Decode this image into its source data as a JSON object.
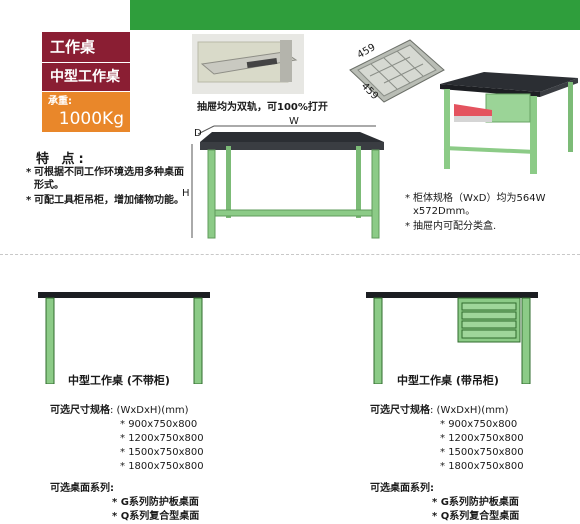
{
  "header": {
    "category": "工作桌",
    "product": "中型工作桌",
    "load_label": "承重:",
    "load_value": "1000Kg"
  },
  "features": {
    "title": "特 点:",
    "items": [
      "可根据不同工作环境选用多种桌面形式。",
      "可配工具柜吊柜，增加储物功能。"
    ]
  },
  "photo_caption": "抽屉均为双轨，可100%打开",
  "tray_dims": [
    "459",
    "459"
  ],
  "dimension_labels": {
    "width": "W",
    "depth": "D",
    "height": "H"
  },
  "cabinet_notes": [
    "柜体规格（WxD）均为564W x572Dmm。",
    "抽屉内可配分类盒."
  ],
  "products": [
    {
      "title": "中型工作桌 (不带柜)",
      "size_label": "可选尺寸规格",
      "size_unit": ": (WxDxH)(mm)",
      "sizes": [
        "900x750x800",
        "1200x750x800",
        "1500x750x800",
        "1800x750x800"
      ],
      "top_label": "可选桌面系列:",
      "tops": [
        "G系列防护板桌面",
        "Q系列复合型桌面"
      ]
    },
    {
      "title": "中型工作桌 (带吊柜)",
      "size_label": "可选尺寸规格",
      "size_unit": ": (WxDxH)(mm)",
      "sizes": [
        "900x750x800",
        "1200x750x800",
        "1500x750x800",
        "1800x750x800"
      ],
      "top_label": "可选桌面系列:",
      "tops": [
        "G系列防护板桌面",
        "Q系列复合型桌面"
      ]
    }
  ],
  "colors": {
    "green": "#2f9e3c",
    "maroon": "#8a1e33",
    "orange": "#e9872a",
    "table_green": "#8ccb87",
    "table_top": "#2b2e33"
  }
}
